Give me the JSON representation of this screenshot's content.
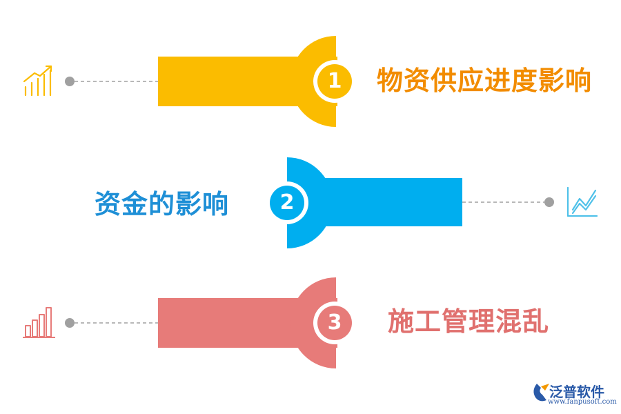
{
  "colors": {
    "item1": "#FBBC00",
    "item2": "#00AEEF",
    "item3": "#E77B79",
    "connector": "#A0A0A0"
  },
  "items": [
    {
      "number": "1",
      "label": "物资供应进度影响",
      "icon": "bar-chart-rising-icon"
    },
    {
      "number": "2",
      "label": "资金的影响",
      "icon": "line-chart-icon"
    },
    {
      "number": "3",
      "label": "施工管理混乱",
      "icon": "bar-chart-icon"
    }
  ],
  "logo": {
    "brand": "泛普软件",
    "url": "www.fanpusoft.com"
  }
}
